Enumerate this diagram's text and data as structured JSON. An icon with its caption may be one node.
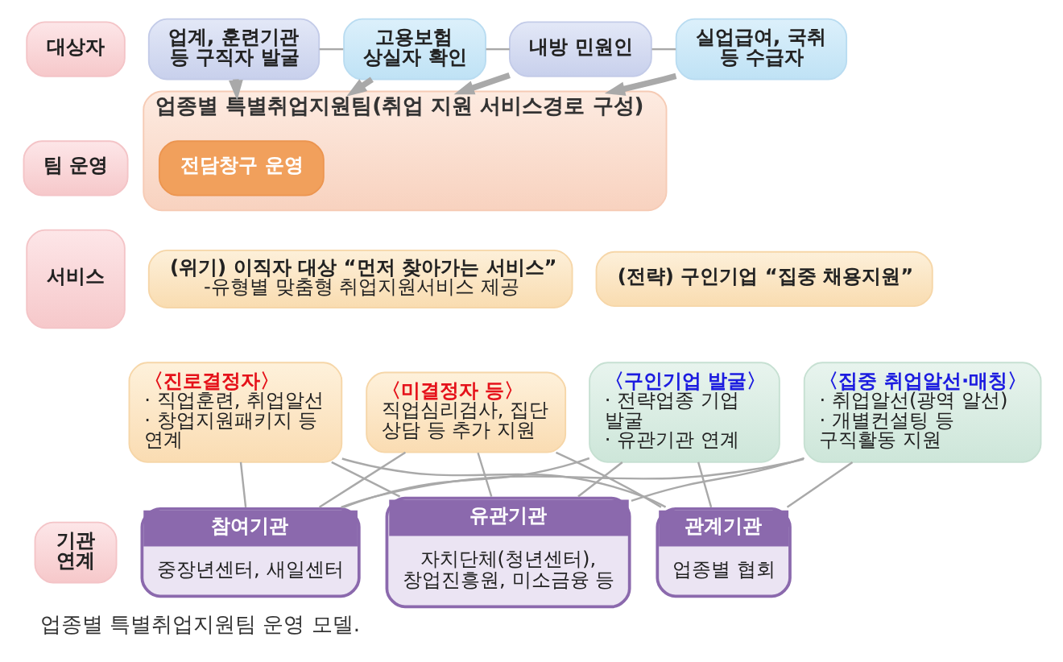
{
  "diagram": {
    "caption": "업종별 특별취업지원팀 운영 모델.",
    "nodes": [
      {
        "text": [
          "대상자"
        ]
      },
      {
        "text": [
          "업계, 훈련기관 등 구직자 발굴"
        ]
      },
      {
        "text": [
          "고용보험 상실자 확인"
        ]
      },
      {
        "text": [
          "내방 민원인"
        ]
      },
      {
        "text": [
          "실업급여, 국취 등 수급자"
        ]
      },
      {
        "text": [
          "팀 운영"
        ]
      },
      {
        "text": [
          "업종별 특별취업지원팀(취업 지원 서비스경로 구성)"
        ]
      },
      {
        "text": [
          "전담창구 운영"
        ],
        "in": 6
      },
      {
        "text": [
          "서비스"
        ]
      },
      {
        "text": [
          "(위기) 이직자 대상 “먼저 찾아가는 서비스”",
          "-유형별 맞춤형 취업지원서비스 제공"
        ]
      },
      {
        "text": [
          "(전략) 구인기업 “집중 채용지원”"
        ]
      },
      {
        "text": [
          "〈진로결정자〉",
          "· 직업훈련, 취업알선",
          "· 창업지원패키지 등 연계"
        ]
      },
      {
        "text": [
          "〈미결정자 등〉",
          "직업심리검사, 집단 상담 등 추가 지원"
        ]
      },
      {
        "text": [
          "〈구인기업 발굴〉",
          "· 전략업종 기업 발굴",
          "· 유관기관 연계"
        ]
      },
      {
        "text": [
          "〈집중 취업알선·매칭〉",
          "· 취업알선(광역 알선)",
          "· 개별컨설팅 등 구직활동 지원"
        ]
      },
      {
        "text": [
          "기관 연계"
        ]
      },
      {
        "text": [
          "참여기관",
          "중장년센터, 새일센터"
        ]
      },
      {
        "text": [
          "유관기관",
          "자치단체(청년센터), 창업진흥원, 미소금융 등"
        ]
      },
      {
        "text": [
          "관계기관",
          "업종별 협회"
        ]
      }
    ],
    "edges": [
      {
        "from": 1,
        "to": 2,
        "arrow": "none"
      },
      {
        "from": 2,
        "to": 3,
        "arrow": "none"
      },
      {
        "from": 3,
        "to": 4,
        "arrow": "none"
      },
      {
        "from": 1,
        "to": 6,
        "arrow": "to",
        "style": "thick"
      },
      {
        "from": 2,
        "to": 6,
        "arrow": "to",
        "style": "thick"
      },
      {
        "from": 3,
        "to": 6,
        "arrow": "to",
        "style": "thick"
      },
      {
        "from": 4,
        "to": 6,
        "arrow": "to",
        "style": "thick"
      },
      {
        "from": 11,
        "to": 16,
        "arrow": "none"
      },
      {
        "from": 11,
        "to": 17,
        "arrow": "none"
      },
      {
        "from": 11,
        "to": 18,
        "arrow": "none"
      },
      {
        "from": 12,
        "to": 16,
        "arrow": "none"
      },
      {
        "from": 12,
        "to": 17,
        "arrow": "none"
      },
      {
        "from": 12,
        "to": 18,
        "arrow": "none"
      },
      {
        "from": 13,
        "to": 16,
        "arrow": "none"
      },
      {
        "from": 13,
        "to": 17,
        "arrow": "none"
      },
      {
        "from": 13,
        "to": 18,
        "arrow": "none"
      },
      {
        "from": 14,
        "to": 16,
        "arrow": "none"
      },
      {
        "from": 14,
        "to": 17,
        "arrow": "none"
      },
      {
        "from": 14,
        "to": 18,
        "arrow": "none"
      }
    ]
  }
}
